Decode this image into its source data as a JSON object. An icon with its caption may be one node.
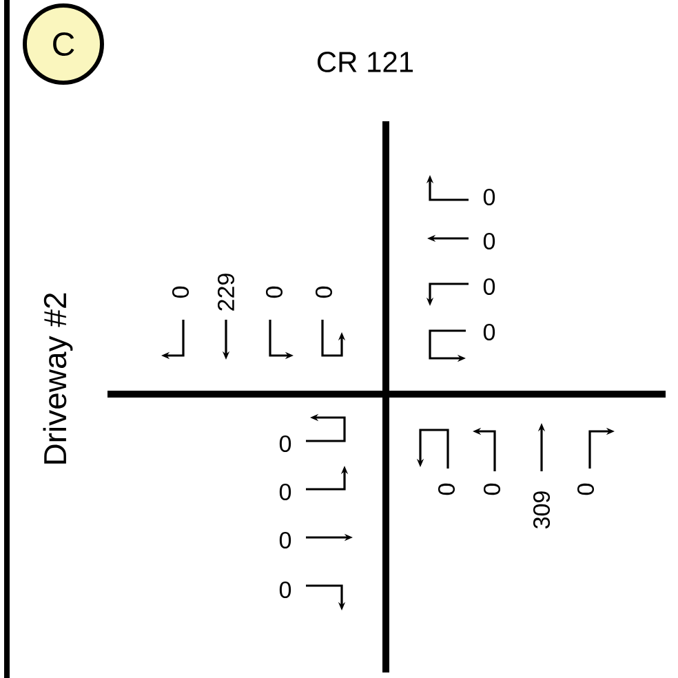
{
  "diagram": {
    "nodes": [
      {
        "text": [
          "C"
        ]
      }
    ],
    "labels": [
      "CR 121",
      "Driveway #2",
      "0",
      "229",
      "0",
      "0",
      "0",
      "0",
      "0",
      "0",
      "0",
      "0",
      "0",
      "0",
      "0",
      "0",
      "309",
      "0"
    ]
  }
}
